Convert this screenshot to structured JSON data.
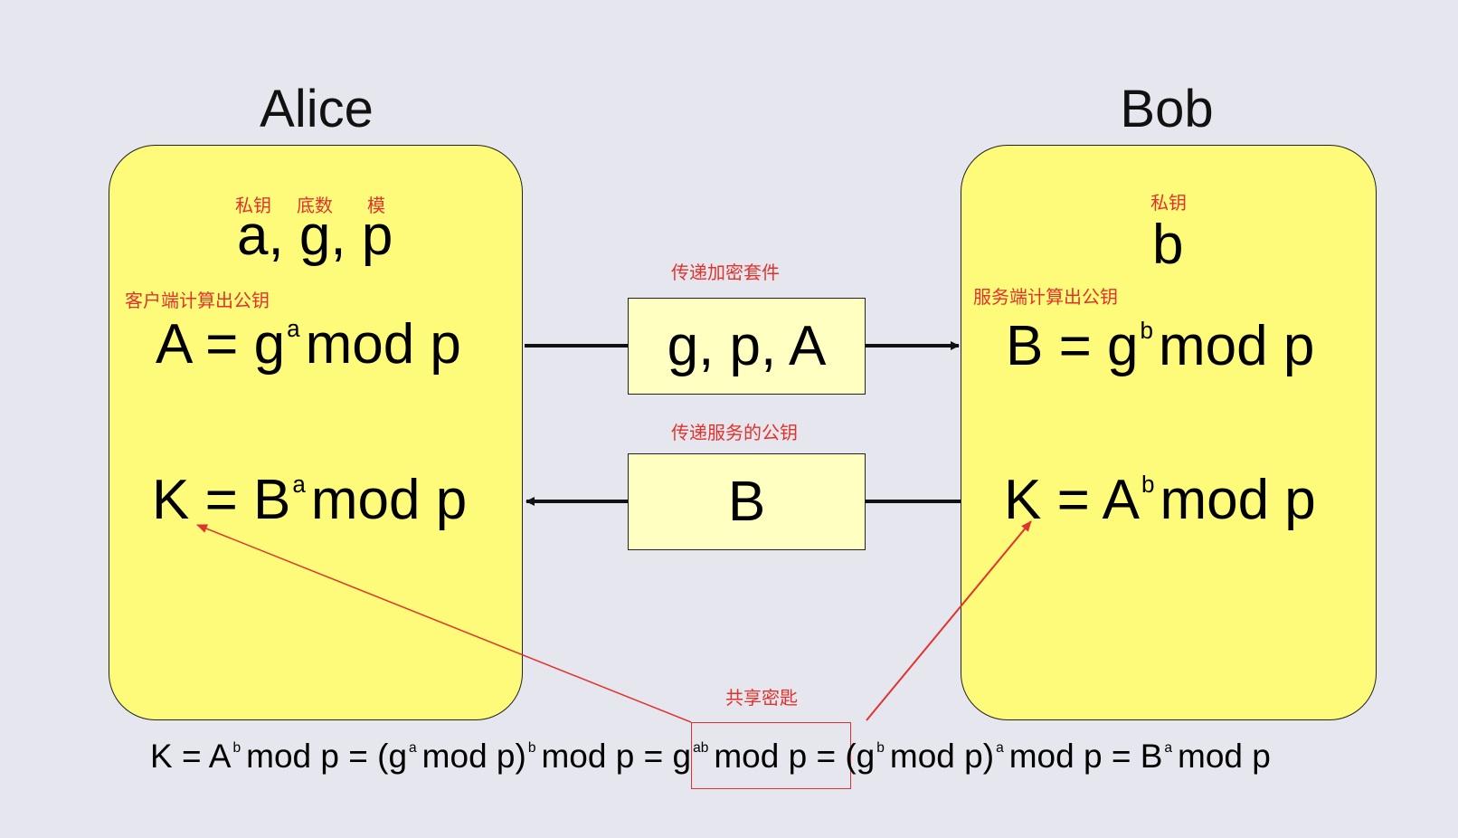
{
  "alice": {
    "title": "Alice",
    "label_private": "私钥",
    "label_base": "底数",
    "label_modulus": "模",
    "params": "a, g, p",
    "note_compute": "客户端计算出公钥",
    "pub_lhs": "A = g",
    "pub_exp": "a",
    "pub_rhs": "mod p",
    "key_lhs": "K = B",
    "key_exp": "a",
    "key_rhs": "mod p"
  },
  "bob": {
    "title": "Bob",
    "label_private": "私钥",
    "params": "b",
    "note_compute": "服务端计算出公钥",
    "pub_lhs": "B = g",
    "pub_exp": "b",
    "pub_rhs": "mod p",
    "key_lhs": "K = A",
    "key_exp": "b",
    "key_rhs": "mod p"
  },
  "messages": {
    "to_bob_label": "传递加密套件",
    "to_bob": "g, p, A",
    "to_alice_label": "传递服务的公钥",
    "to_alice": "B"
  },
  "shared": {
    "label": "共享密匙",
    "p1": "K = A",
    "e1": "b",
    "p2": "mod p = (g",
    "e2": "a",
    "p3": "mod p)",
    "e3": "b",
    "p4": "mod p = ",
    "p5": "g",
    "e5": "ab",
    "p6": "mod p",
    "p7": " = (g",
    "e7": "b",
    "p8": "mod p)",
    "e8": "a",
    "p9": "mod p = B",
    "e9": "a",
    "p10": "mod p"
  },
  "colors": {
    "background": "#e6e6ee",
    "panel_fill": "#fffb7a",
    "message_fill": "#ffffc2",
    "annotation_red": "#e0332e",
    "line": "#111111"
  }
}
